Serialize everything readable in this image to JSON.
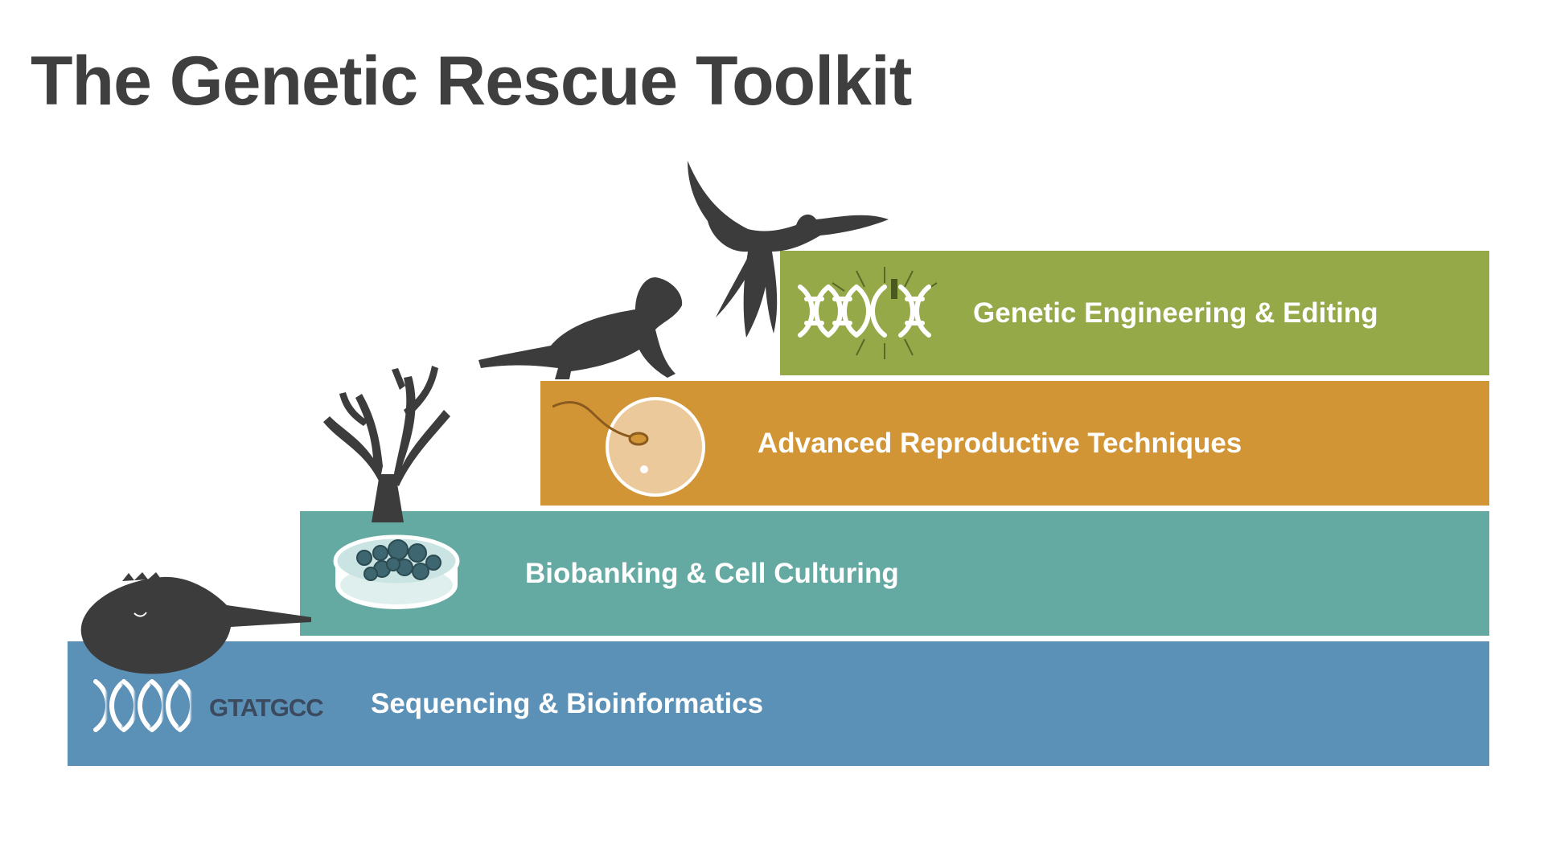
{
  "title": "The Genetic Rescue Toolkit",
  "colors": {
    "title": "#3f3f3f",
    "silhouette": "#3c3c3c",
    "sequencing": "#5b90b7",
    "biobanking": "#64aaa2",
    "reproductive": "#d29536",
    "engineering": "#95a949"
  },
  "steps": [
    {
      "label": "Sequencing & Bioinformatics",
      "color": "#5b90b7",
      "icon": "dna-sequence-icon",
      "sequence_text": "GTATGCC",
      "animal": "horseshoe-crab-icon"
    },
    {
      "label": "Biobanking & Cell Culturing",
      "color": "#64aaa2",
      "icon": "petri-dish-icon",
      "animal": "coral-icon"
    },
    {
      "label": "Advanced Reproductive Techniques",
      "color": "#d29536",
      "icon": "sperm-egg-icon",
      "animal": "ferret-icon"
    },
    {
      "label": "Genetic Engineering & Editing",
      "color": "#95a949",
      "icon": "dna-editing-icon",
      "animal": "bird-icon"
    }
  ]
}
